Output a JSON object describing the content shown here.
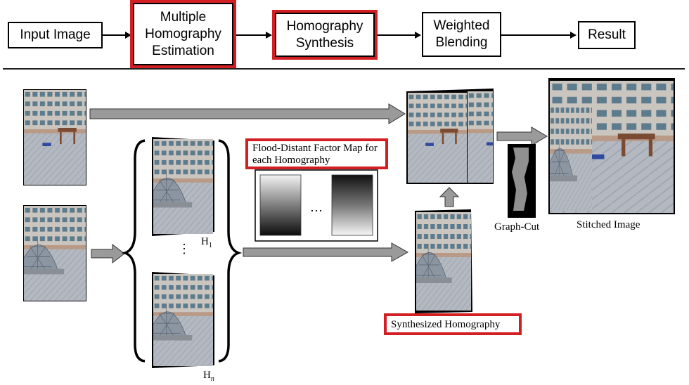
{
  "pipeline": {
    "input_image": "Input Image",
    "multiple_homography": "Multiple Homography Estimation",
    "homography_synthesis": "Homography Synthesis",
    "weighted_blending": "Weighted Blending",
    "result": "Result"
  },
  "labels": {
    "flood_distant": "Flood-Distant Factor Map for each Homography",
    "ellipsis": "…",
    "vdots": "⋮",
    "h1_base": "H",
    "h1_sub": "1",
    "hn_base": "H",
    "hn_sub": "n",
    "synthesized": "Synthesized Homography",
    "graph_cut": "Graph-Cut",
    "stitched": "Stitched Image"
  },
  "colors": {
    "highlight": "#d21f24",
    "arrow_fill": "#9a9a9a",
    "sky": "#c8ccd3",
    "building": "#c9c2bc",
    "window": "#5a7a8c",
    "ground": "#aeb3bb",
    "dome": "#8d97a3"
  }
}
